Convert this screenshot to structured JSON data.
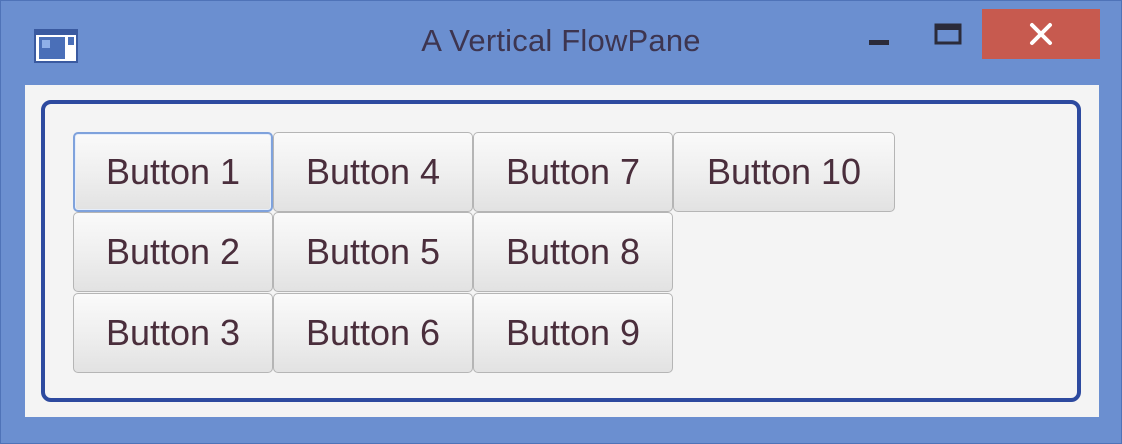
{
  "window": {
    "title": "A Vertical FlowPane",
    "icon": "app-window-icon",
    "controls": {
      "minimize_icon": "minimize-icon",
      "maximize_icon": "maximize-icon",
      "close_icon": "close-icon",
      "close_glyph": "✕"
    },
    "colors": {
      "frame": "#6b8fd0",
      "close": "#c75a4f",
      "flowpane_border": "#2d4a9f",
      "client_background": "#f4f4f4"
    }
  },
  "flowpane": {
    "orientation": "vertical",
    "focused_button": "Button 1",
    "buttons": [
      {
        "label": "Button 1"
      },
      {
        "label": "Button 2"
      },
      {
        "label": "Button 3"
      },
      {
        "label": "Button 4"
      },
      {
        "label": "Button 5"
      },
      {
        "label": "Button 6"
      },
      {
        "label": "Button 7"
      },
      {
        "label": "Button 8"
      },
      {
        "label": "Button 9"
      },
      {
        "label": "Button 10"
      }
    ]
  }
}
